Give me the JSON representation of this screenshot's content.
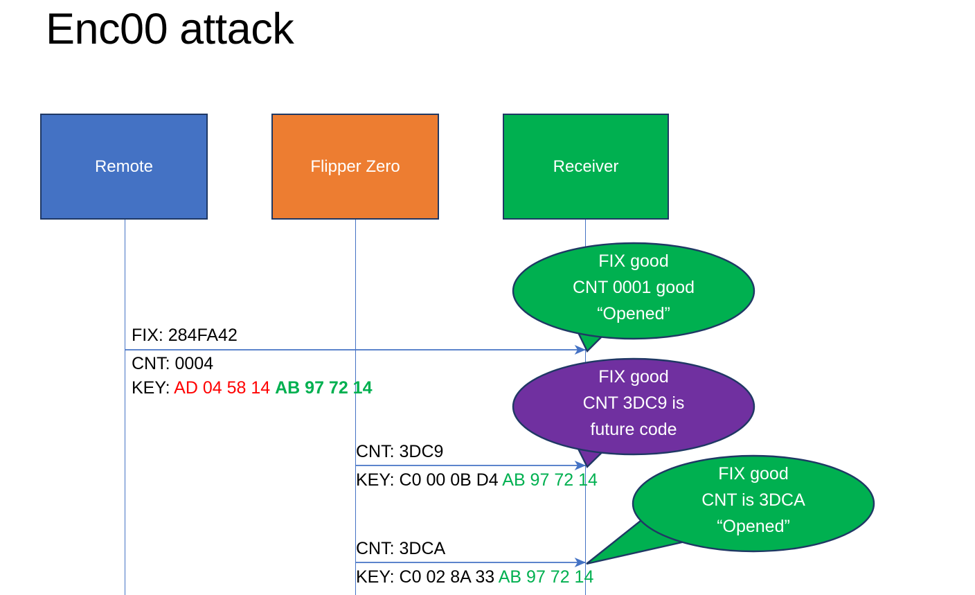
{
  "slide": {
    "title": "Enc00 attack",
    "background": "#FFFFFF"
  },
  "colors": {
    "remote": "#4472C4",
    "flipper": "#ED7D31",
    "receiver": "#00B050",
    "purple": "#7030A0",
    "outline": "#1F3864",
    "lifeline": "#4472C4",
    "key_red": "#FF0000",
    "key_green": "#00B050",
    "text": "#000000"
  },
  "actors": [
    {
      "id": "remote",
      "label": "Remote",
      "color": "#4472C4"
    },
    {
      "id": "flipper",
      "label": "Flipper Zero",
      "color": "#ED7D31"
    },
    {
      "id": "receiver",
      "label": "Receiver",
      "color": "#00B050"
    }
  ],
  "messages": [
    {
      "id": "m1",
      "from": "remote",
      "to": "receiver",
      "line1": "FIX: 284FA42",
      "line2": "CNT: 0004",
      "key_label": "KEY:",
      "key_part1": "AD 04 58 14",
      "key_part2": "AB 97 72 14"
    },
    {
      "id": "m2",
      "from": "flipper",
      "to": "receiver",
      "line1": "CNT: 3DC9",
      "key_label": "KEY:",
      "key_part1": "C0 00 0B D4",
      "key_part2": "AB 97 72 14"
    },
    {
      "id": "m3",
      "from": "flipper",
      "to": "receiver",
      "line1": "CNT: 3DCA",
      "key_label": "KEY:",
      "key_part1": "C0 02 8A 33",
      "key_part2": "AB 97 72 14"
    }
  ],
  "callouts": [
    {
      "id": "c1",
      "color": "#00B050",
      "line1": "FIX good",
      "line2": "CNT 0001 good",
      "line3": "“Opened”"
    },
    {
      "id": "c2",
      "color": "#7030A0",
      "line1": "FIX good",
      "line2": "CNT 3DC9 is",
      "line3": "future code"
    },
    {
      "id": "c3",
      "color": "#00B050",
      "line1": "FIX good",
      "line2": "CNT is 3DCA",
      "line3": "“Opened”"
    }
  ]
}
